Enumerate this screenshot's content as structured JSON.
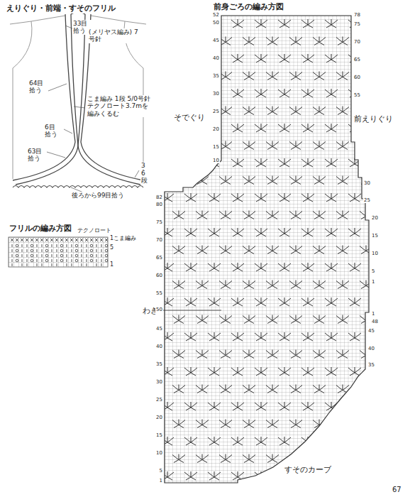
{
  "diagram": {
    "title": "前身ごろの編み方図",
    "labels": [
      "えりぐり・前端・すそのフリル",
      "33目 拾う",
      "(メリヤス編み) 7号針",
      "64目 拾う",
      "こま編み 1段 5/0号針 テクノロート3.7mを 編みくるむ",
      "6目 拾う",
      "63目 拾う",
      "3",
      "6段",
      "後ろから99目拾う",
      "フリルの編み方図",
      "テクノロート",
      "1こま編み",
      "5",
      "1",
      "そでぐり",
      "前えりぐり",
      "わき",
      "すそのカーブ",
      "67",
      "82",
      "80",
      "75",
      "70",
      "65",
      "60",
      "55",
      "50",
      "45",
      "40",
      "35",
      "30",
      "25",
      "20",
      "15",
      "10",
      "5",
      "1",
      "52",
      "50",
      "45",
      "40",
      "35",
      "30",
      "25",
      "20",
      "15",
      "10",
      "78",
      "75",
      "70",
      "65",
      "60",
      "55",
      "30",
      "25",
      "20",
      "15",
      "10",
      "5",
      "1",
      "1",
      "48",
      "45",
      "40",
      "35"
    ]
  }
}
